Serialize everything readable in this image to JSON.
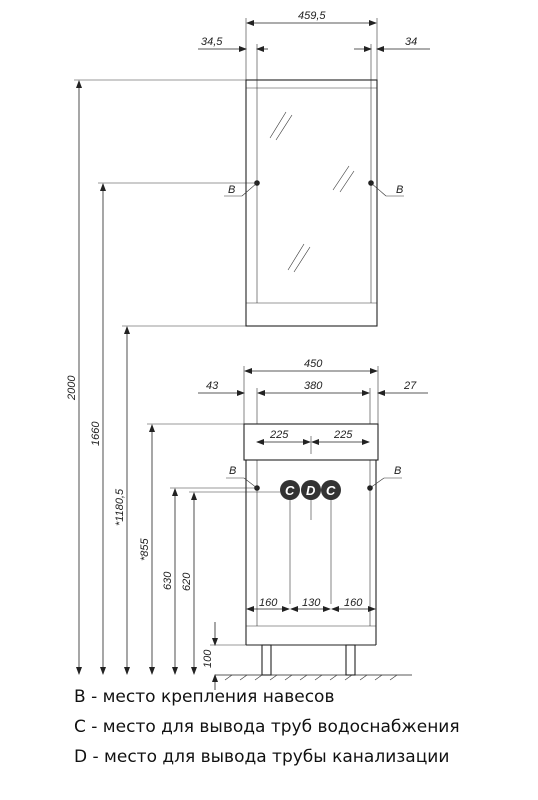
{
  "mirror": {
    "width": "459,5",
    "left_offset": "34,5",
    "right_offset": "34",
    "height_total": "2000",
    "height_mount": "1660",
    "height_bottom": "*1180,5",
    "mount_left": "B",
    "mount_right": "B"
  },
  "cabinet": {
    "width": "450",
    "inner_width": "380",
    "left_offset": "43",
    "right_offset": "27",
    "half_left": "225",
    "half_right": "225",
    "height_top": "*855",
    "height_mount": "630",
    "height_pipes": "620",
    "height_legs": "100",
    "bottom_left": "160",
    "bottom_mid": "130",
    "bottom_right": "160",
    "mount_left": "B",
    "mount_right": "B",
    "pipe_c1": "C",
    "pipe_d": "D",
    "pipe_c2": "C"
  },
  "legend": [
    {
      "key": "B",
      "text": "B - место крепления навесов"
    },
    {
      "key": "C",
      "text": "C - место для вывода труб водоснабжения"
    },
    {
      "key": "D",
      "text": "D - место для вывода трубы канализации"
    }
  ],
  "colors": {
    "line": "#222222",
    "bubble": "#333333"
  }
}
